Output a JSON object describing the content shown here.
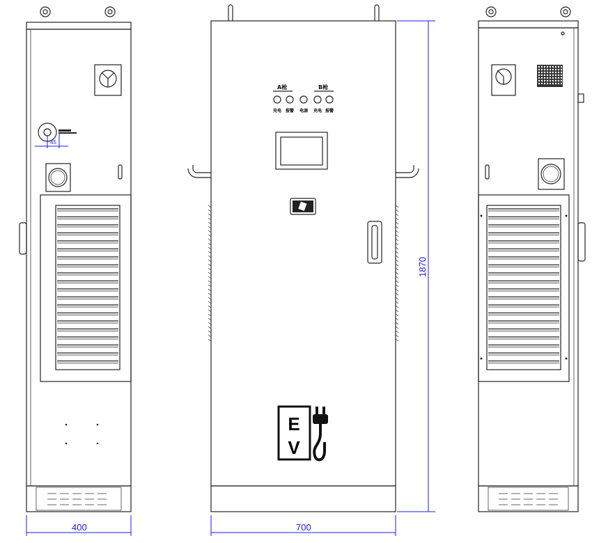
{
  "colors": {
    "outline": "#222222",
    "dimension": "#1a1aff",
    "background": "#ffffff"
  },
  "front_panel": {
    "gun_a_label": "A枪",
    "gun_b_label": "B枪",
    "indicators": [
      "充电",
      "报警",
      "电源",
      "充电",
      "报警"
    ],
    "ev_logo_letters": [
      "E",
      "V"
    ]
  },
  "dimensions": {
    "side_width": "400",
    "front_width": "700",
    "height": "1870",
    "socket_offset": "45"
  }
}
